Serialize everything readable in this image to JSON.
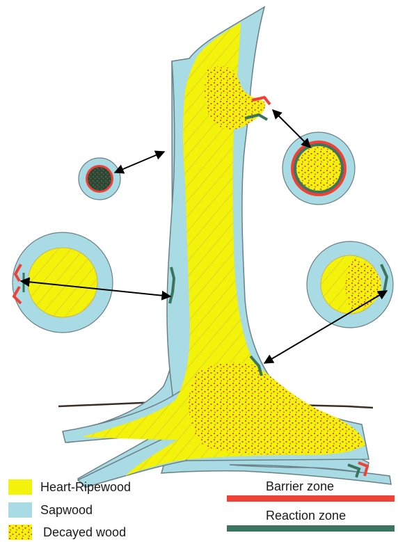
{
  "colors": {
    "heartwood": "#f2f20a",
    "sapwood": "#a8dbe4",
    "decay_dots": "#d6452a",
    "barrier_zone": "#ef4136",
    "reaction_zone": "#3b7560",
    "bark_outline": "#6b7f86",
    "ground": "#3a2f25"
  },
  "legend": {
    "heart_ripewood": "Heart-Ripewood",
    "sapwood": "Sapwood",
    "decayed_wood": "Decayed wood",
    "barrier_zone": "Barrier zone",
    "reaction_zone": "Reaction zone"
  }
}
